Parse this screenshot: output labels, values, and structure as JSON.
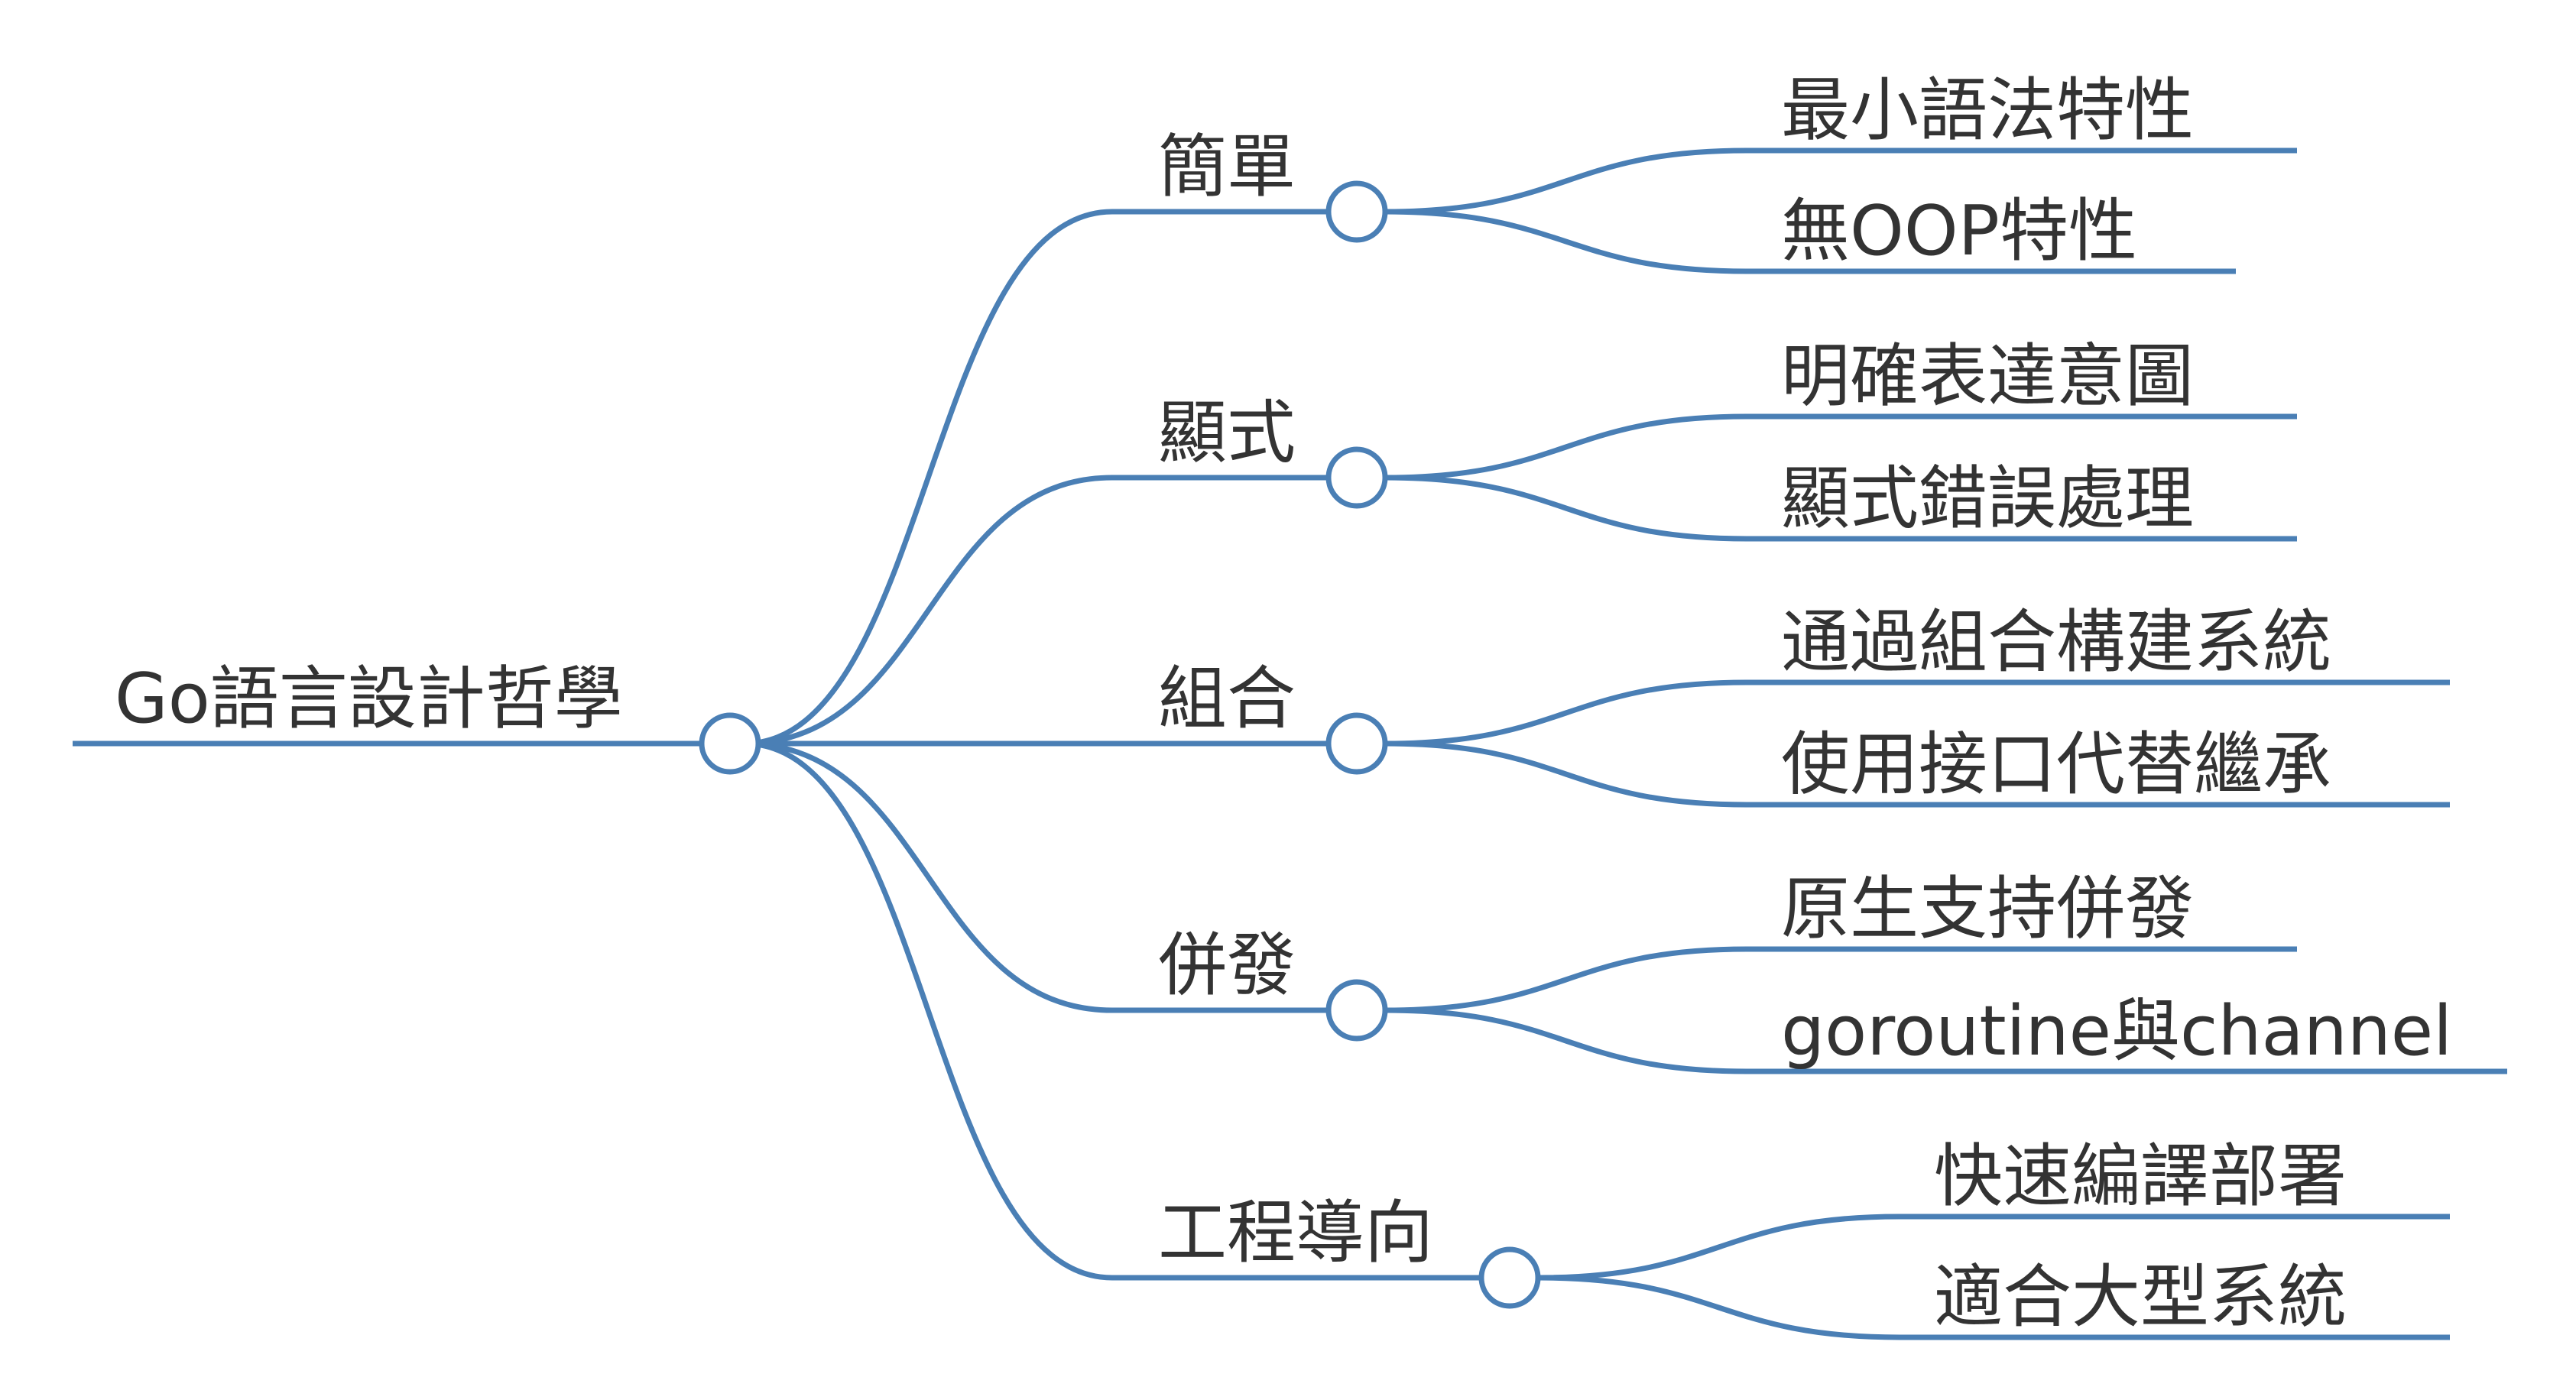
{
  "colors": {
    "line": "#4a7fb5",
    "text": "#333333",
    "background": "#ffffff"
  },
  "root": {
    "label": "Go語言設計哲學"
  },
  "branches": [
    {
      "label": "簡單",
      "children": [
        "最小語法特性",
        "無OOP特性"
      ]
    },
    {
      "label": "顯式",
      "children": [
        "明確表達意圖",
        "顯式錯誤處理"
      ]
    },
    {
      "label": "組合",
      "children": [
        "通過組合構建系統",
        "使用接口代替繼承"
      ]
    },
    {
      "label": "併發",
      "children": [
        "原生支持併發",
        "goroutine與channel"
      ]
    },
    {
      "label": "工程導向",
      "children": [
        "快速編譯部署",
        "適合大型系統"
      ]
    }
  ]
}
